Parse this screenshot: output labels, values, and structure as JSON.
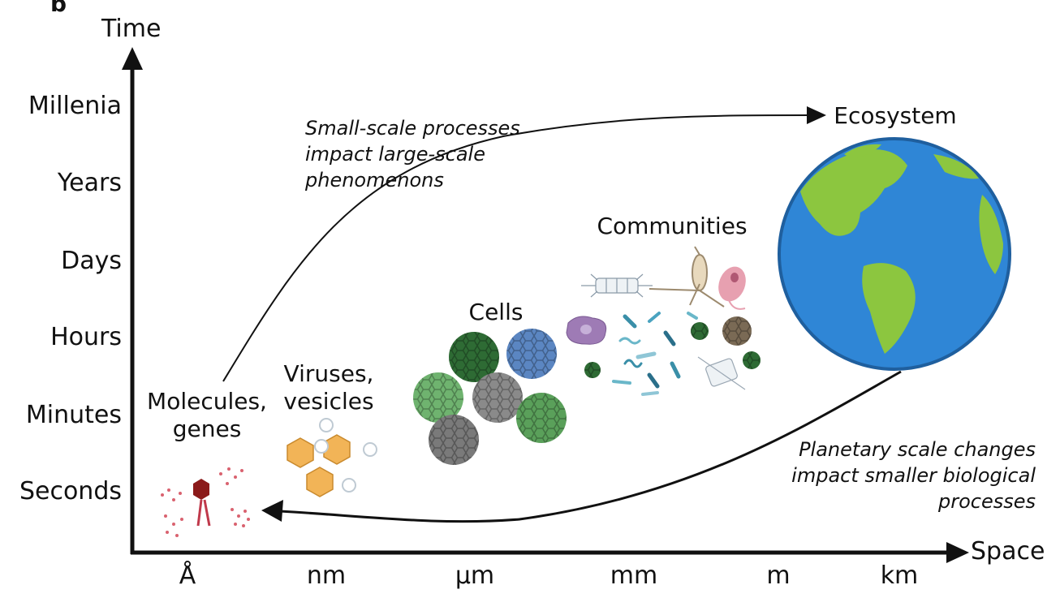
{
  "panel_label": "b",
  "axes": {
    "y_title": "Time",
    "x_title": "Space",
    "time_ticks": [
      "Millenia",
      "Years",
      "Days",
      "Hours",
      "Minutes",
      "Seconds"
    ],
    "space_ticks": [
      "Å",
      "nm",
      "µm",
      "mm",
      "m",
      "km"
    ]
  },
  "categories": {
    "molecules": [
      "Molecules,",
      "genes"
    ],
    "viruses": [
      "Viruses,",
      "vesicles"
    ],
    "cells": "Cells",
    "communities": "Communities",
    "ecosystem": "Ecosystem"
  },
  "notes": {
    "upward": [
      "Small-scale processes",
      "impact large-scale",
      "phenomenons"
    ],
    "downward": [
      "Planetary scale changes",
      "impact smaller biological",
      "processes"
    ]
  },
  "colors": {
    "axis": "#111111",
    "ocean": "#2f86d6",
    "land": "#8cc63f",
    "virus_orange": "#f2b457",
    "cell_green": "#5aa05a",
    "cell_darkgreen": "#2e6b34",
    "cell_blue": "#5b86c2",
    "cell_gray": "#8a8a8a",
    "molecule_red": "#c0394b",
    "phage_darkred": "#8b1a1a",
    "microbe_teal": "#3a8fa8",
    "microbe_purple": "#9e7bb5",
    "microbe_pink": "#e7a0b0",
    "microbe_brown": "#7a6a55"
  }
}
